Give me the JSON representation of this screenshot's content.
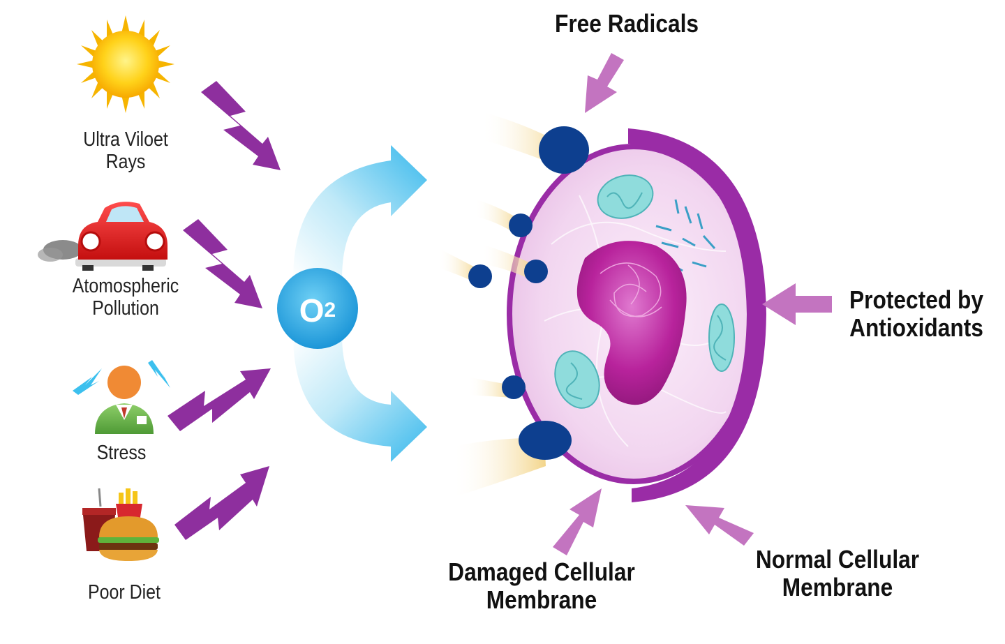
{
  "sources": [
    {
      "id": "uv",
      "icon": "sun-icon",
      "lines": [
        "Ultra Viloet",
        "Rays"
      ]
    },
    {
      "id": "pollution",
      "icon": "car-exhaust-icon",
      "lines": [
        "Atomospheric",
        "Pollution"
      ]
    },
    {
      "id": "stress",
      "icon": "stressed-person-icon",
      "lines": [
        "Stress"
      ]
    },
    {
      "id": "diet",
      "icon": "fast-food-icon",
      "lines": [
        "Poor Diet"
      ]
    }
  ],
  "oxygen": {
    "symbol": "O",
    "subscript": "2"
  },
  "labels": {
    "free_radicals": "Free Radicals",
    "protected": [
      "Protected by",
      "Antioxidants"
    ],
    "damaged": [
      "Damaged Cellular",
      "Membrane"
    ],
    "normal": [
      "Normal Cellular",
      "Membrane"
    ]
  },
  "colors": {
    "bolt": "#8e2f9e",
    "label_arrow": "#c374c0",
    "oxygen_circle": "#36aee6",
    "flow_arrow": "#4cc3ee",
    "membrane": "#9a2ca6",
    "cytoplasm": "#f3d9f1",
    "nucleus": "#b8239c",
    "mitochondria": "#8fdcdc",
    "radical": "#0d3f8f",
    "radical_trail": "#f3d58a"
  }
}
